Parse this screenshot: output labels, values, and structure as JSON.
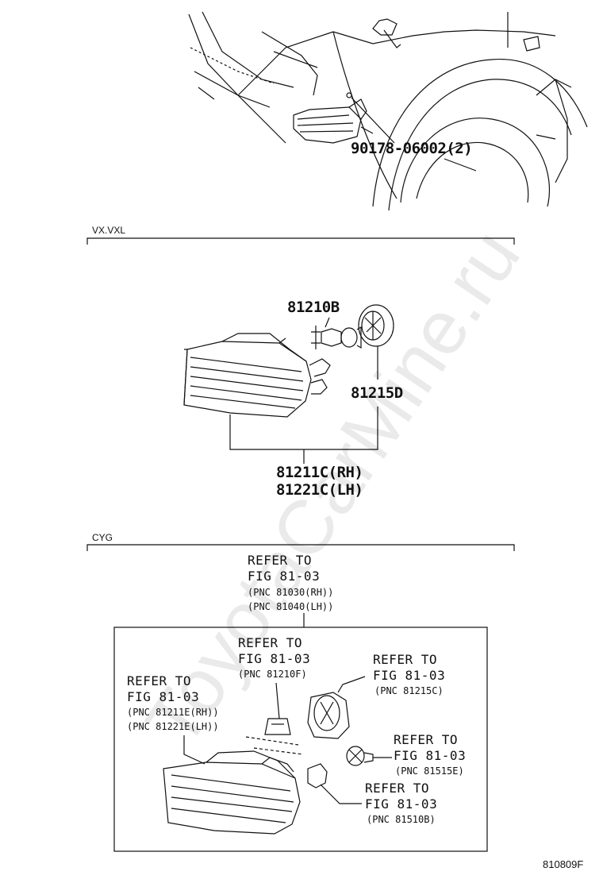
{
  "watermark": "ToyotaCarMine.ru",
  "top": {
    "part_label": "90178-06002(2)"
  },
  "sections": [
    {
      "label": "VX.VXL",
      "parts": {
        "bulb": "81210B",
        "socket": "81215D",
        "lamp_rh": "81211C(RH)",
        "lamp_lh": "81221C(LH)"
      }
    },
    {
      "label": "CYG",
      "refer_main": {
        "line1": "REFER TO",
        "line2": "FIG 81-03",
        "pnc1": "(PNC 81030(RH))",
        "pnc2": "(PNC 81040(LH))"
      },
      "refer_bulb": {
        "line1": "REFER TO",
        "line2": "FIG 81-03",
        "pnc": "(PNC 81210F)"
      },
      "refer_socket": {
        "line1": "REFER TO",
        "line2": "FIG 81-03",
        "pnc": "(PNC 81215C)"
      },
      "refer_lamp": {
        "line1": "REFER TO",
        "line2": "FIG 81-03",
        "pnc1": "(PNC 81211E(RH))",
        "pnc2": "(PNC 81221E(LH))"
      },
      "refer_socket2": {
        "line1": "REFER TO",
        "line2": "FIG 81-03",
        "pnc": "(PNC 81515E)"
      },
      "refer_bulb2": {
        "line1": "REFER TO",
        "line2": "FIG 81-03",
        "pnc": "(PNC 81510B)"
      }
    }
  ],
  "figure_code": "810809F"
}
